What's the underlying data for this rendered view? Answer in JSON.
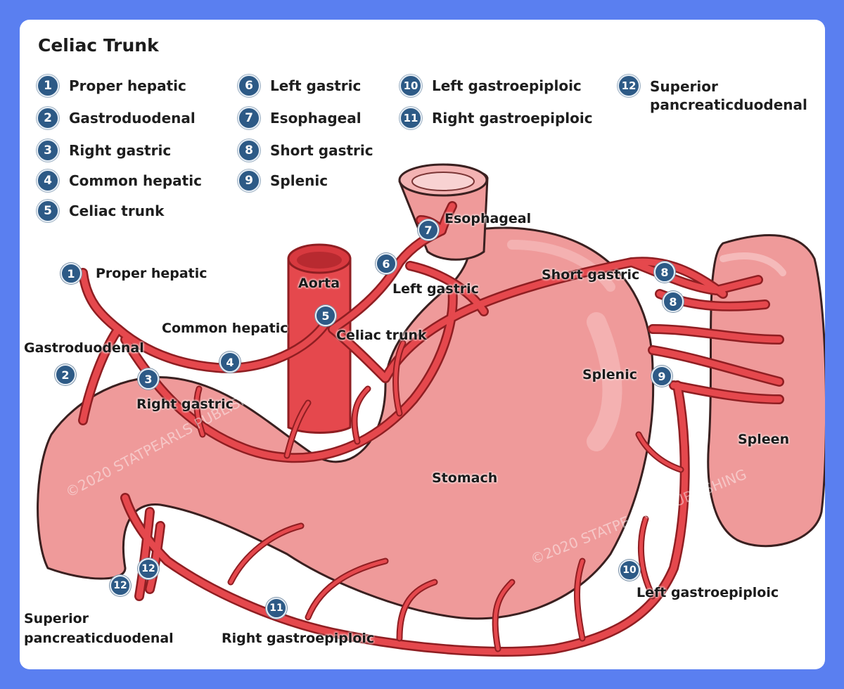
{
  "title": "Celiac Trunk",
  "legend": [
    {
      "num": "1",
      "label": "Proper hepatic"
    },
    {
      "num": "2",
      "label": "Gastroduodenal"
    },
    {
      "num": "3",
      "label": "Right gastric"
    },
    {
      "num": "4",
      "label": "Common hepatic"
    },
    {
      "num": "5",
      "label": "Celiac trunk"
    },
    {
      "num": "6",
      "label": "Left gastric"
    },
    {
      "num": "7",
      "label": "Esophageal"
    },
    {
      "num": "8",
      "label": "Short gastric"
    },
    {
      "num": "9",
      "label": "Splenic"
    },
    {
      "num": "10",
      "label": "Left gastroepiploic"
    },
    {
      "num": "11",
      "label": "Right gastroepiploic"
    },
    {
      "num": "12",
      "label": "Superior pancreaticduodenal"
    }
  ],
  "organs": {
    "aorta": "Aorta",
    "stomach": "Stomach",
    "spleen": "Spleen"
  },
  "diagram_labels": {
    "proper_hepatic": "Proper hepatic",
    "gastroduodenal": "Gastroduodenal",
    "right_gastric": "Right gastric",
    "common_hepatic": "Common hepatic",
    "celiac_trunk": "Celiac trunk",
    "left_gastric": "Left gastric",
    "esophageal": "Esophageal",
    "short_gastric": "Short gastric",
    "splenic": "Splenic",
    "left_gastroepiploic": "Left gastroepiploic",
    "right_gastroepiploic": "Right gastroepiploic",
    "superior_line1": "Superior",
    "superior_line2": "pancreaticduodenal"
  },
  "markers": [
    "1",
    "2",
    "3",
    "4",
    "5",
    "6",
    "7",
    "8",
    "8",
    "9",
    "10",
    "11",
    "12",
    "12"
  ],
  "watermark": "©2020 STATPEARLS PUBLISHING",
  "colors": {
    "background": "#5a7ff0",
    "organ_fill": "#ef9a9a",
    "artery": "#e5484d",
    "artery_outline": "#8f1e22",
    "badge": "#2d5a86"
  }
}
